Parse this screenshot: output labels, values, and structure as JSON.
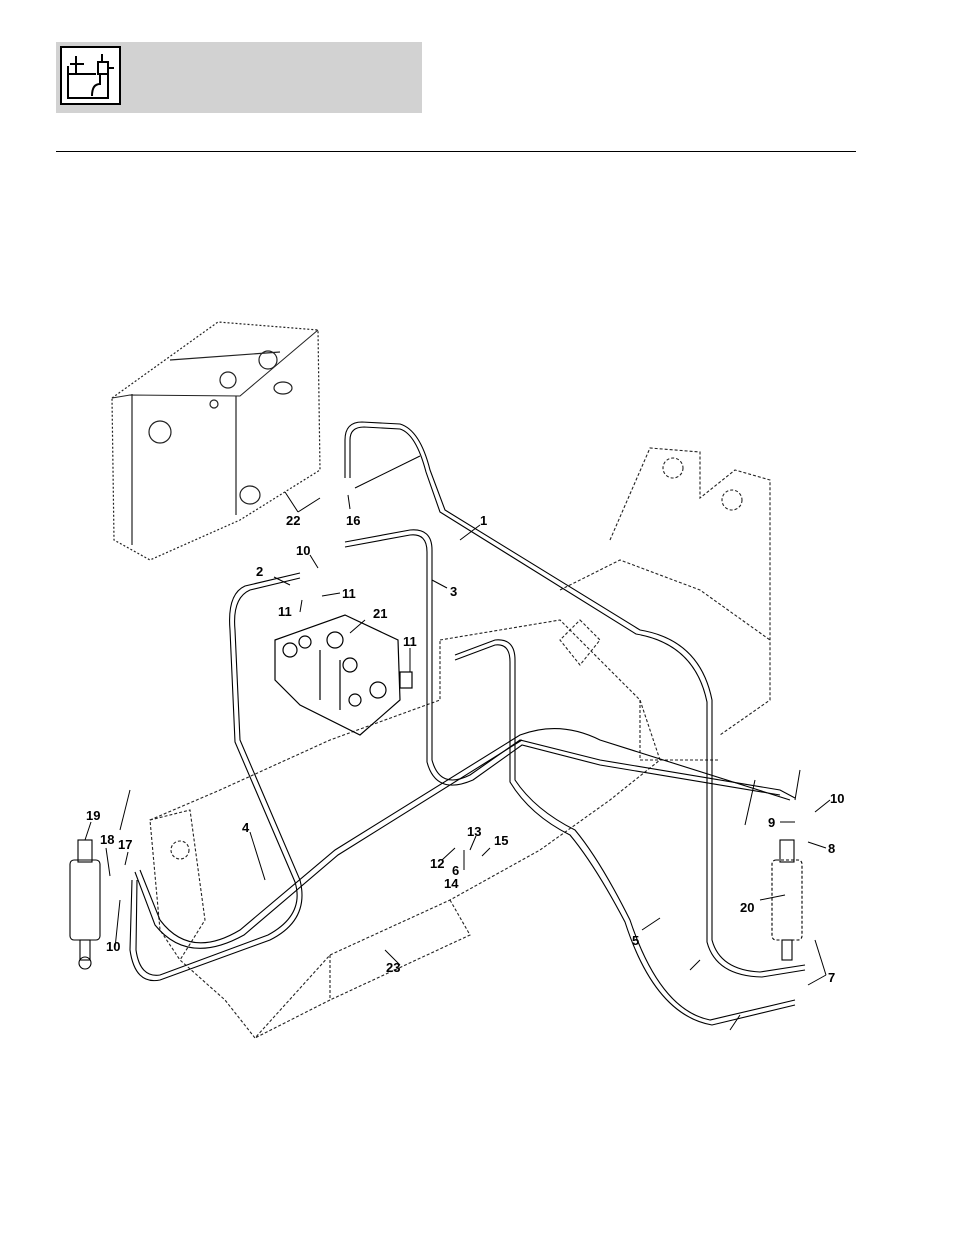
{
  "header": {
    "icon": "hydraulic-tank-icon"
  },
  "diagram": {
    "callouts": [
      "1",
      "2",
      "3",
      "4",
      "5",
      "6",
      "7",
      "8",
      "9",
      "10",
      "10",
      "10",
      "11",
      "11",
      "11",
      "12",
      "13",
      "14",
      "15",
      "16",
      "17",
      "18",
      "19",
      "20",
      "21",
      "22",
      "23"
    ]
  }
}
